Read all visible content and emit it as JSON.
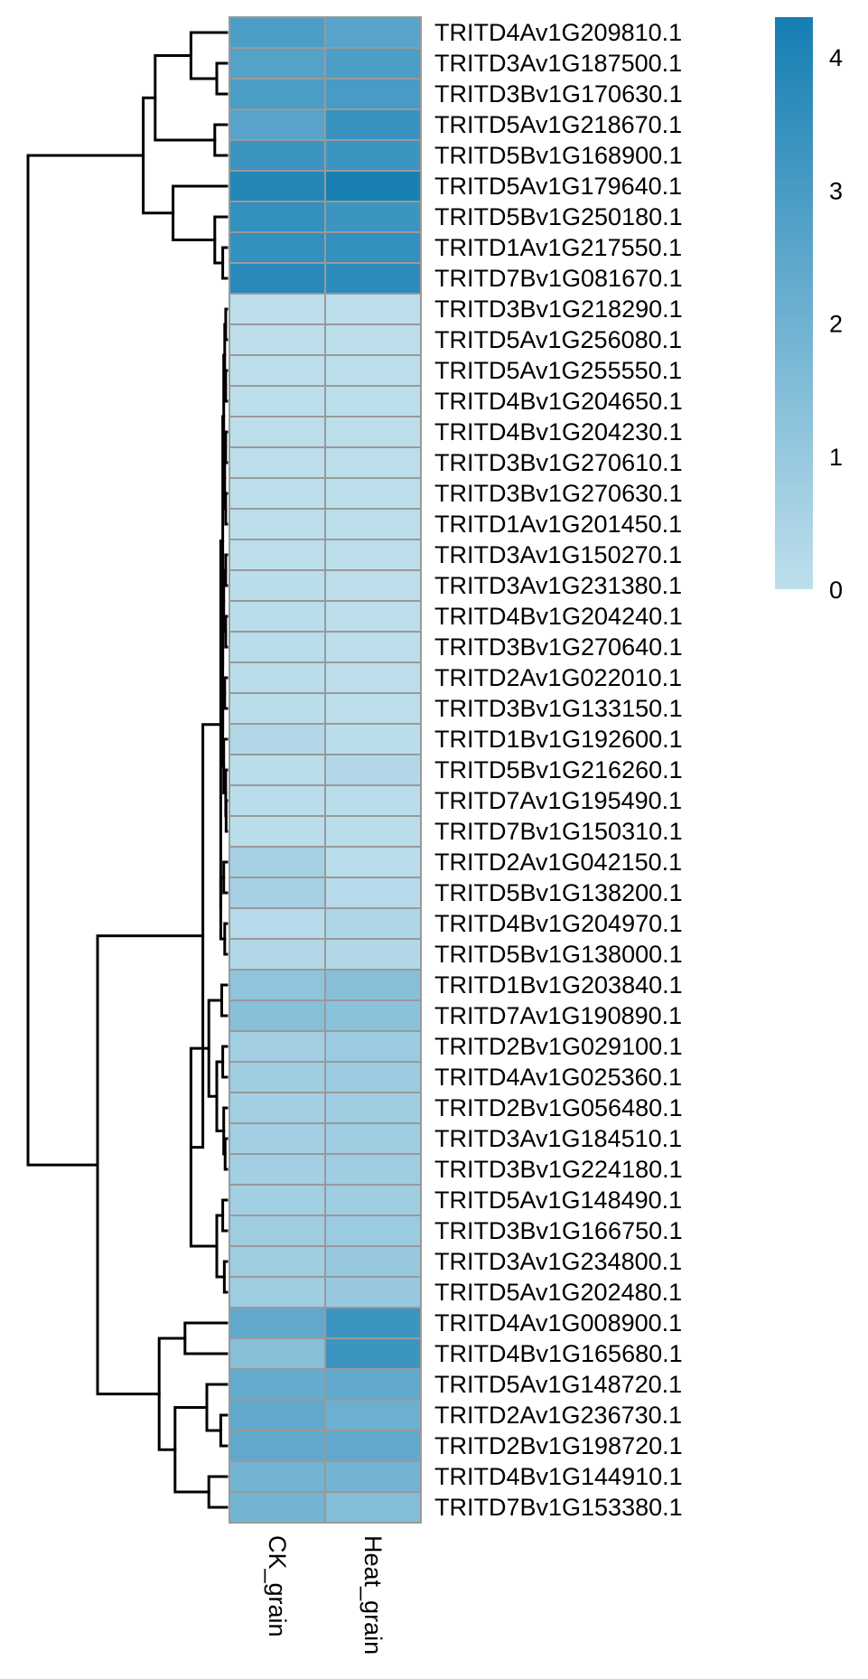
{
  "chart_data": {
    "type": "heatmap",
    "title": "",
    "xlabel": "",
    "ylabel": "",
    "columns": [
      "CK_grain",
      "Heat_grain"
    ],
    "rows": [
      "TRITD4Av1G209810.1",
      "TRITD3Av1G187500.1",
      "TRITD3Bv1G170630.1",
      "TRITD5Av1G218670.1",
      "TRITD5Bv1G168900.1",
      "TRITD5Av1G179640.1",
      "TRITD5Bv1G250180.1",
      "TRITD1Av1G217550.1",
      "TRITD7Bv1G081670.1",
      "TRITD3Bv1G218290.1",
      "TRITD5Av1G256080.1",
      "TRITD5Av1G255550.1",
      "TRITD4Bv1G204650.1",
      "TRITD4Bv1G204230.1",
      "TRITD3Bv1G270610.1",
      "TRITD3Bv1G270630.1",
      "TRITD1Av1G201450.1",
      "TRITD3Av1G150270.1",
      "TRITD3Av1G231380.1",
      "TRITD4Bv1G204240.1",
      "TRITD3Bv1G270640.1",
      "TRITD2Av1G022010.1",
      "TRITD3Bv1G133150.1",
      "TRITD1Bv1G192600.1",
      "TRITD5Bv1G216260.1",
      "TRITD7Av1G195490.1",
      "TRITD7Bv1G150310.1",
      "TRITD2Av1G042150.1",
      "TRITD5Bv1G138200.1",
      "TRITD4Bv1G204970.1",
      "TRITD5Bv1G138000.1",
      "TRITD1Bv1G203840.1",
      "TRITD7Av1G190890.1",
      "TRITD2Bv1G029100.1",
      "TRITD4Av1G025360.1",
      "TRITD2Bv1G056480.1",
      "TRITD3Av1G184510.1",
      "TRITD3Bv1G224180.1",
      "TRITD5Av1G148490.1",
      "TRITD3Bv1G166750.1",
      "TRITD3Av1G234800.1",
      "TRITD5Av1G202480.1",
      "TRITD4Av1G008900.1",
      "TRITD4Bv1G165680.1",
      "TRITD5Av1G148720.1",
      "TRITD2Av1G236730.1",
      "TRITD2Bv1G198720.1",
      "TRITD4Bv1G144910.1",
      "TRITD7Bv1G153380.1"
    ],
    "values": [
      [
        2.9,
        2.6
      ],
      [
        2.7,
        2.9
      ],
      [
        2.9,
        3.0
      ],
      [
        2.6,
        3.4
      ],
      [
        3.3,
        3.3
      ],
      [
        3.9,
        4.2
      ],
      [
        3.5,
        3.3
      ],
      [
        3.5,
        3.5
      ],
      [
        3.8,
        3.7
      ],
      [
        0.05,
        0.05
      ],
      [
        0.05,
        0.05
      ],
      [
        0.05,
        0.05
      ],
      [
        0.05,
        0.05
      ],
      [
        0.05,
        0.05
      ],
      [
        0.05,
        0.05
      ],
      [
        0.05,
        0.05
      ],
      [
        0.05,
        0.05
      ],
      [
        0.05,
        0.05
      ],
      [
        0.1,
        0.05
      ],
      [
        0.1,
        0.05
      ],
      [
        0.1,
        0.05
      ],
      [
        0.1,
        0.05
      ],
      [
        0.1,
        0.05
      ],
      [
        0.3,
        0.1
      ],
      [
        0.1,
        0.3
      ],
      [
        0.1,
        0.1
      ],
      [
        0.1,
        0.1
      ],
      [
        0.6,
        0.1
      ],
      [
        0.6,
        0.2
      ],
      [
        0.2,
        0.4
      ],
      [
        0.3,
        0.3
      ],
      [
        1.2,
        1.4
      ],
      [
        1.4,
        1.3
      ],
      [
        0.7,
        0.9
      ],
      [
        0.8,
        0.9
      ],
      [
        0.7,
        0.8
      ],
      [
        0.7,
        0.8
      ],
      [
        0.7,
        0.8
      ],
      [
        0.7,
        0.8
      ],
      [
        0.8,
        0.9
      ],
      [
        0.8,
        1.0
      ],
      [
        0.8,
        1.0
      ],
      [
        2.4,
        3.3
      ],
      [
        1.4,
        3.3
      ],
      [
        2.3,
        2.4
      ],
      [
        2.4,
        2.1
      ],
      [
        2.4,
        2.4
      ],
      [
        1.9,
        1.9
      ],
      [
        1.9,
        1.5
      ]
    ],
    "color_scale": {
      "min": 0,
      "max": 4.3,
      "low_color": "#bedfec",
      "high_color": "#157eb3",
      "ticks": [
        0,
        1,
        2,
        3,
        4
      ],
      "tick_labels": [
        "0",
        "1",
        "2",
        "3",
        "4"
      ]
    },
    "cell_border_color": "#999999",
    "grid": false,
    "legend_placement": "top-right",
    "row_dendrogram": "left",
    "column_label_orientation": "vertical"
  }
}
